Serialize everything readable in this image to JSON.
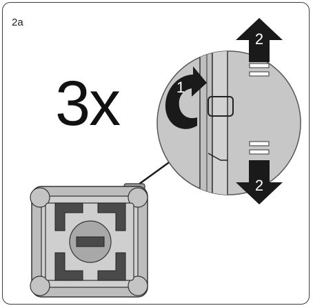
{
  "step_label": "2a",
  "repeat_count": "3x",
  "callouts": {
    "turn": "1",
    "move_up": "2",
    "move_down": "2"
  },
  "colors": {
    "frame": "#3a3a3a",
    "magnifier_fill": "#c7c7c7",
    "module_fill": "#bdbdbd",
    "dark": "#1a1a1a",
    "clamp": "#4a4a4a"
  },
  "icons": [
    "curved-arrow-icon",
    "up-arrow-icon",
    "down-arrow-icon",
    "sensor-module-icon",
    "magnifier-lens"
  ]
}
